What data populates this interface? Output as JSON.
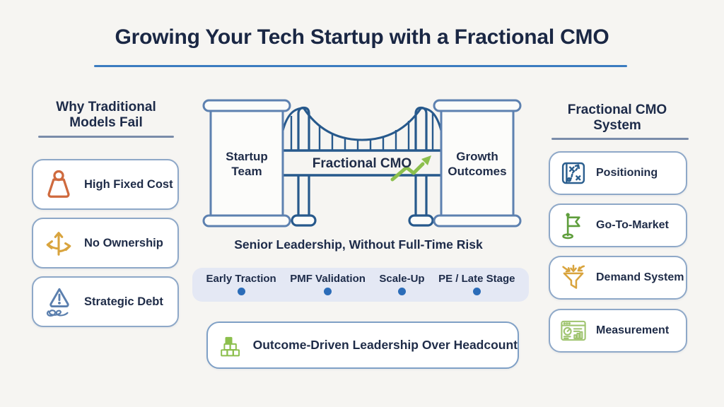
{
  "title": "Growing Your Tech Startup with a Fractional CMO",
  "left_panel": {
    "heading_line1": "Why Traditional",
    "heading_line2": "Models Fail",
    "items": [
      {
        "label": "High Fixed Cost",
        "icon": "weight-icon",
        "color": "#cf6a3e"
      },
      {
        "label": "No Ownership",
        "icon": "branching-arrows-icon",
        "color": "#d9a43e"
      },
      {
        "label": "Strategic Debt",
        "icon": "warning-scribble-icon",
        "color": "#5b7fae"
      }
    ]
  },
  "bridge": {
    "left_pillar_label": "Startup Team",
    "center_label": "Fractional CMO",
    "right_pillar_label": "Growth Outcomes",
    "caption": "Senior Leadership, Without Full-Time Risk"
  },
  "timeline": {
    "stages": [
      "Early Traction",
      "PMF Validation",
      "Scale-Up",
      "PE / Late Stage"
    ],
    "dot_color": "#2b6cb8",
    "strip_color": "#e4e8f4"
  },
  "banner": {
    "label": "Outcome-Driven Leadership Over Headcount",
    "icon": "building-blocks-icon",
    "color": "#8cbf4d"
  },
  "right_panel": {
    "heading_line1": "Fractional CMO",
    "heading_line2": "System",
    "items": [
      {
        "label": "Positioning",
        "icon": "strategy-map-icon",
        "color": "#2b5f8f"
      },
      {
        "label": "Go-To-Market",
        "icon": "flag-icon",
        "color": "#5f9e3c"
      },
      {
        "label": "Demand System",
        "icon": "funnel-icon",
        "color": "#d9a43e"
      },
      {
        "label": "Measurement",
        "icon": "dashboard-icon",
        "color": "#9fc46f"
      }
    ]
  },
  "colors": {
    "background": "#f6f5f2",
    "navy_text": "#1a2744",
    "title_underline": "#3b7cc0",
    "header_underline": "#7a8caa",
    "box_border": "#8ea8c8",
    "bridge_blue": "#27598c",
    "pillar_blue": "#5d81b0",
    "growth_arrow_green": "#8cbf4d"
  }
}
